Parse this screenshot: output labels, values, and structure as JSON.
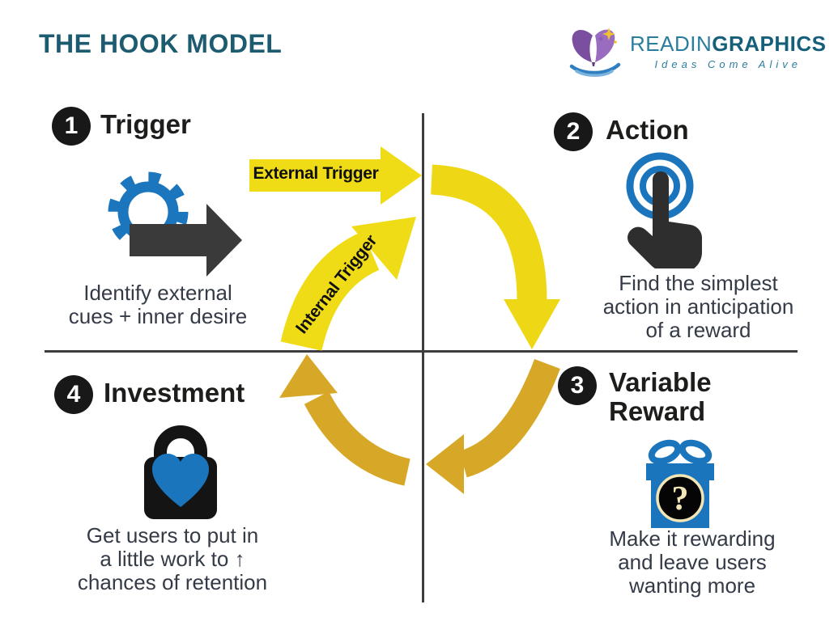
{
  "page": {
    "title": "THE HOOK MODEL"
  },
  "logo": {
    "brand_regular": "READIN",
    "brand_bold": "GRAPHICS",
    "tagline": "Ideas Come Alive"
  },
  "colors": {
    "title_teal": "#1d5c70",
    "arrow_yellow": "#f0dc16",
    "arrow_gold": "#d7a827",
    "icon_blue": "#1b75bc",
    "icon_dark": "#2e2e2e",
    "divider_gray": "#3d3d3d"
  },
  "diagram": {
    "steps": [
      {
        "number": "1",
        "label": "Trigger",
        "icon": "gear-arrow-icon",
        "desc_lines": [
          "Identify external",
          "cues + inner desire"
        ]
      },
      {
        "number": "2",
        "label": "Action",
        "icon": "tap-finger-icon",
        "desc_lines": [
          "Find the simplest",
          "action in anticipation",
          "of a reward"
        ]
      },
      {
        "number": "3",
        "label": "Variable Reward",
        "icon": "gift-question-icon",
        "desc_lines": [
          "Make it rewarding",
          "and leave users",
          "wanting more"
        ]
      },
      {
        "number": "4",
        "label": "Investment",
        "icon": "lock-heart-icon",
        "desc_lines": [
          "Get users to put in",
          "a little work to ↑",
          "chances of retention"
        ]
      }
    ],
    "arrows": {
      "external": "External Trigger",
      "internal": "Internal Trigger"
    }
  }
}
